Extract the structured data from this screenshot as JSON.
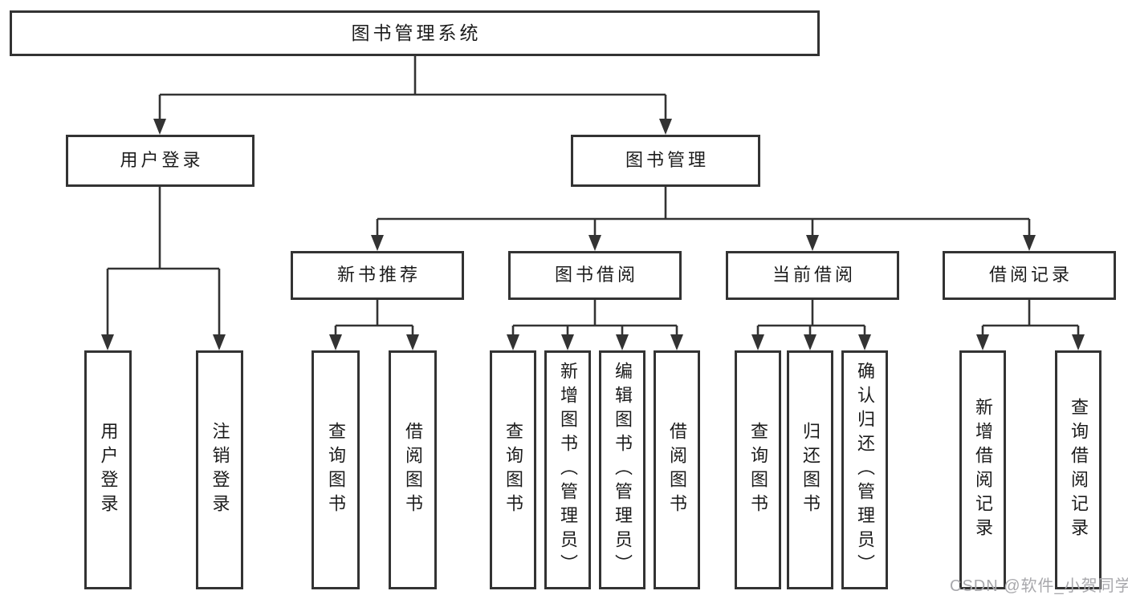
{
  "tree": {
    "label": "图书管理系统",
    "children": [
      {
        "label": "用户登录",
        "children": [
          {
            "label": "用户登录"
          },
          {
            "label": "注销登录"
          }
        ]
      },
      {
        "label": "图书管理",
        "children": [
          {
            "label": "新书推荐",
            "children": [
              {
                "label": "查询图书"
              },
              {
                "label": "借阅图书"
              }
            ]
          },
          {
            "label": "图书借阅",
            "children": [
              {
                "label": "查询图书"
              },
              {
                "label": "新增图书（管理员）"
              },
              {
                "label": "编辑图书（管理员）"
              },
              {
                "label": "借阅图书"
              }
            ]
          },
          {
            "label": "当前借阅",
            "children": [
              {
                "label": "查询图书"
              },
              {
                "label": "归还图书"
              },
              {
                "label": "确认归还（管理员）"
              }
            ]
          },
          {
            "label": "借阅记录",
            "children": [
              {
                "label": "新增借阅记录"
              },
              {
                "label": "查询借阅记录"
              }
            ]
          }
        ]
      }
    ]
  },
  "watermark": {
    "text": "CSDN @软件_小贺同学"
  },
  "colors": {
    "line": "#333333",
    "text": "#1c1c1c",
    "background": "#ffffff",
    "watermark": "#a8a8ac"
  }
}
